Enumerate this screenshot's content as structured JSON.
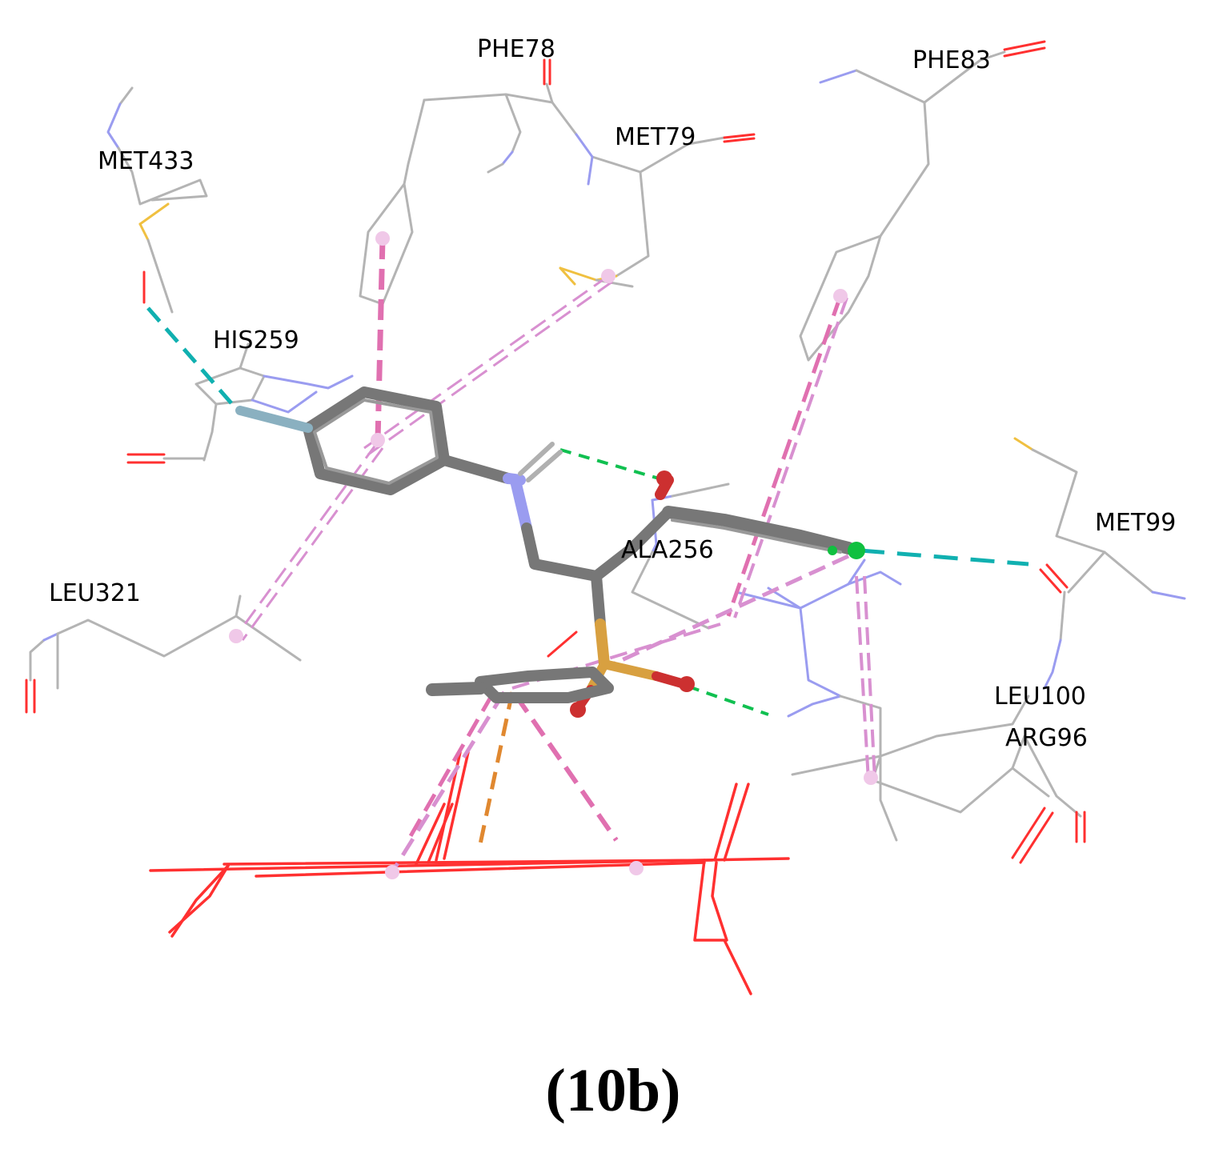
{
  "figure": {
    "panel_label": "(10b)",
    "residue_labels": {
      "phe78": "PHE78",
      "phe83": "PHE83",
      "met79": "MET79",
      "met433": "MET433",
      "his259": "HIS259",
      "met99": "MET99",
      "ala256": "ALA256",
      "leu321": "LEU321",
      "leu100": "LEU100",
      "arg96": "ARG96"
    },
    "colors": {
      "background": "#ffffff",
      "residue_carbon": "#b4b4b4",
      "nitrogen": "#9a9cf0",
      "oxygen": "#ff3030",
      "sulfur": "#f0c040",
      "ligand_carbon": "#777777",
      "ligand_sulfur": "#d8a040",
      "chlorine": "#10c040",
      "heme": "#ff3030",
      "interaction_pi_alkyl": "#d890d0",
      "interaction_pi_pi": "#e070b0",
      "interaction_h_bond": "#10c050",
      "interaction_halogen": "#10b0b0",
      "interaction_pi_anion": "#e08830"
    }
  }
}
